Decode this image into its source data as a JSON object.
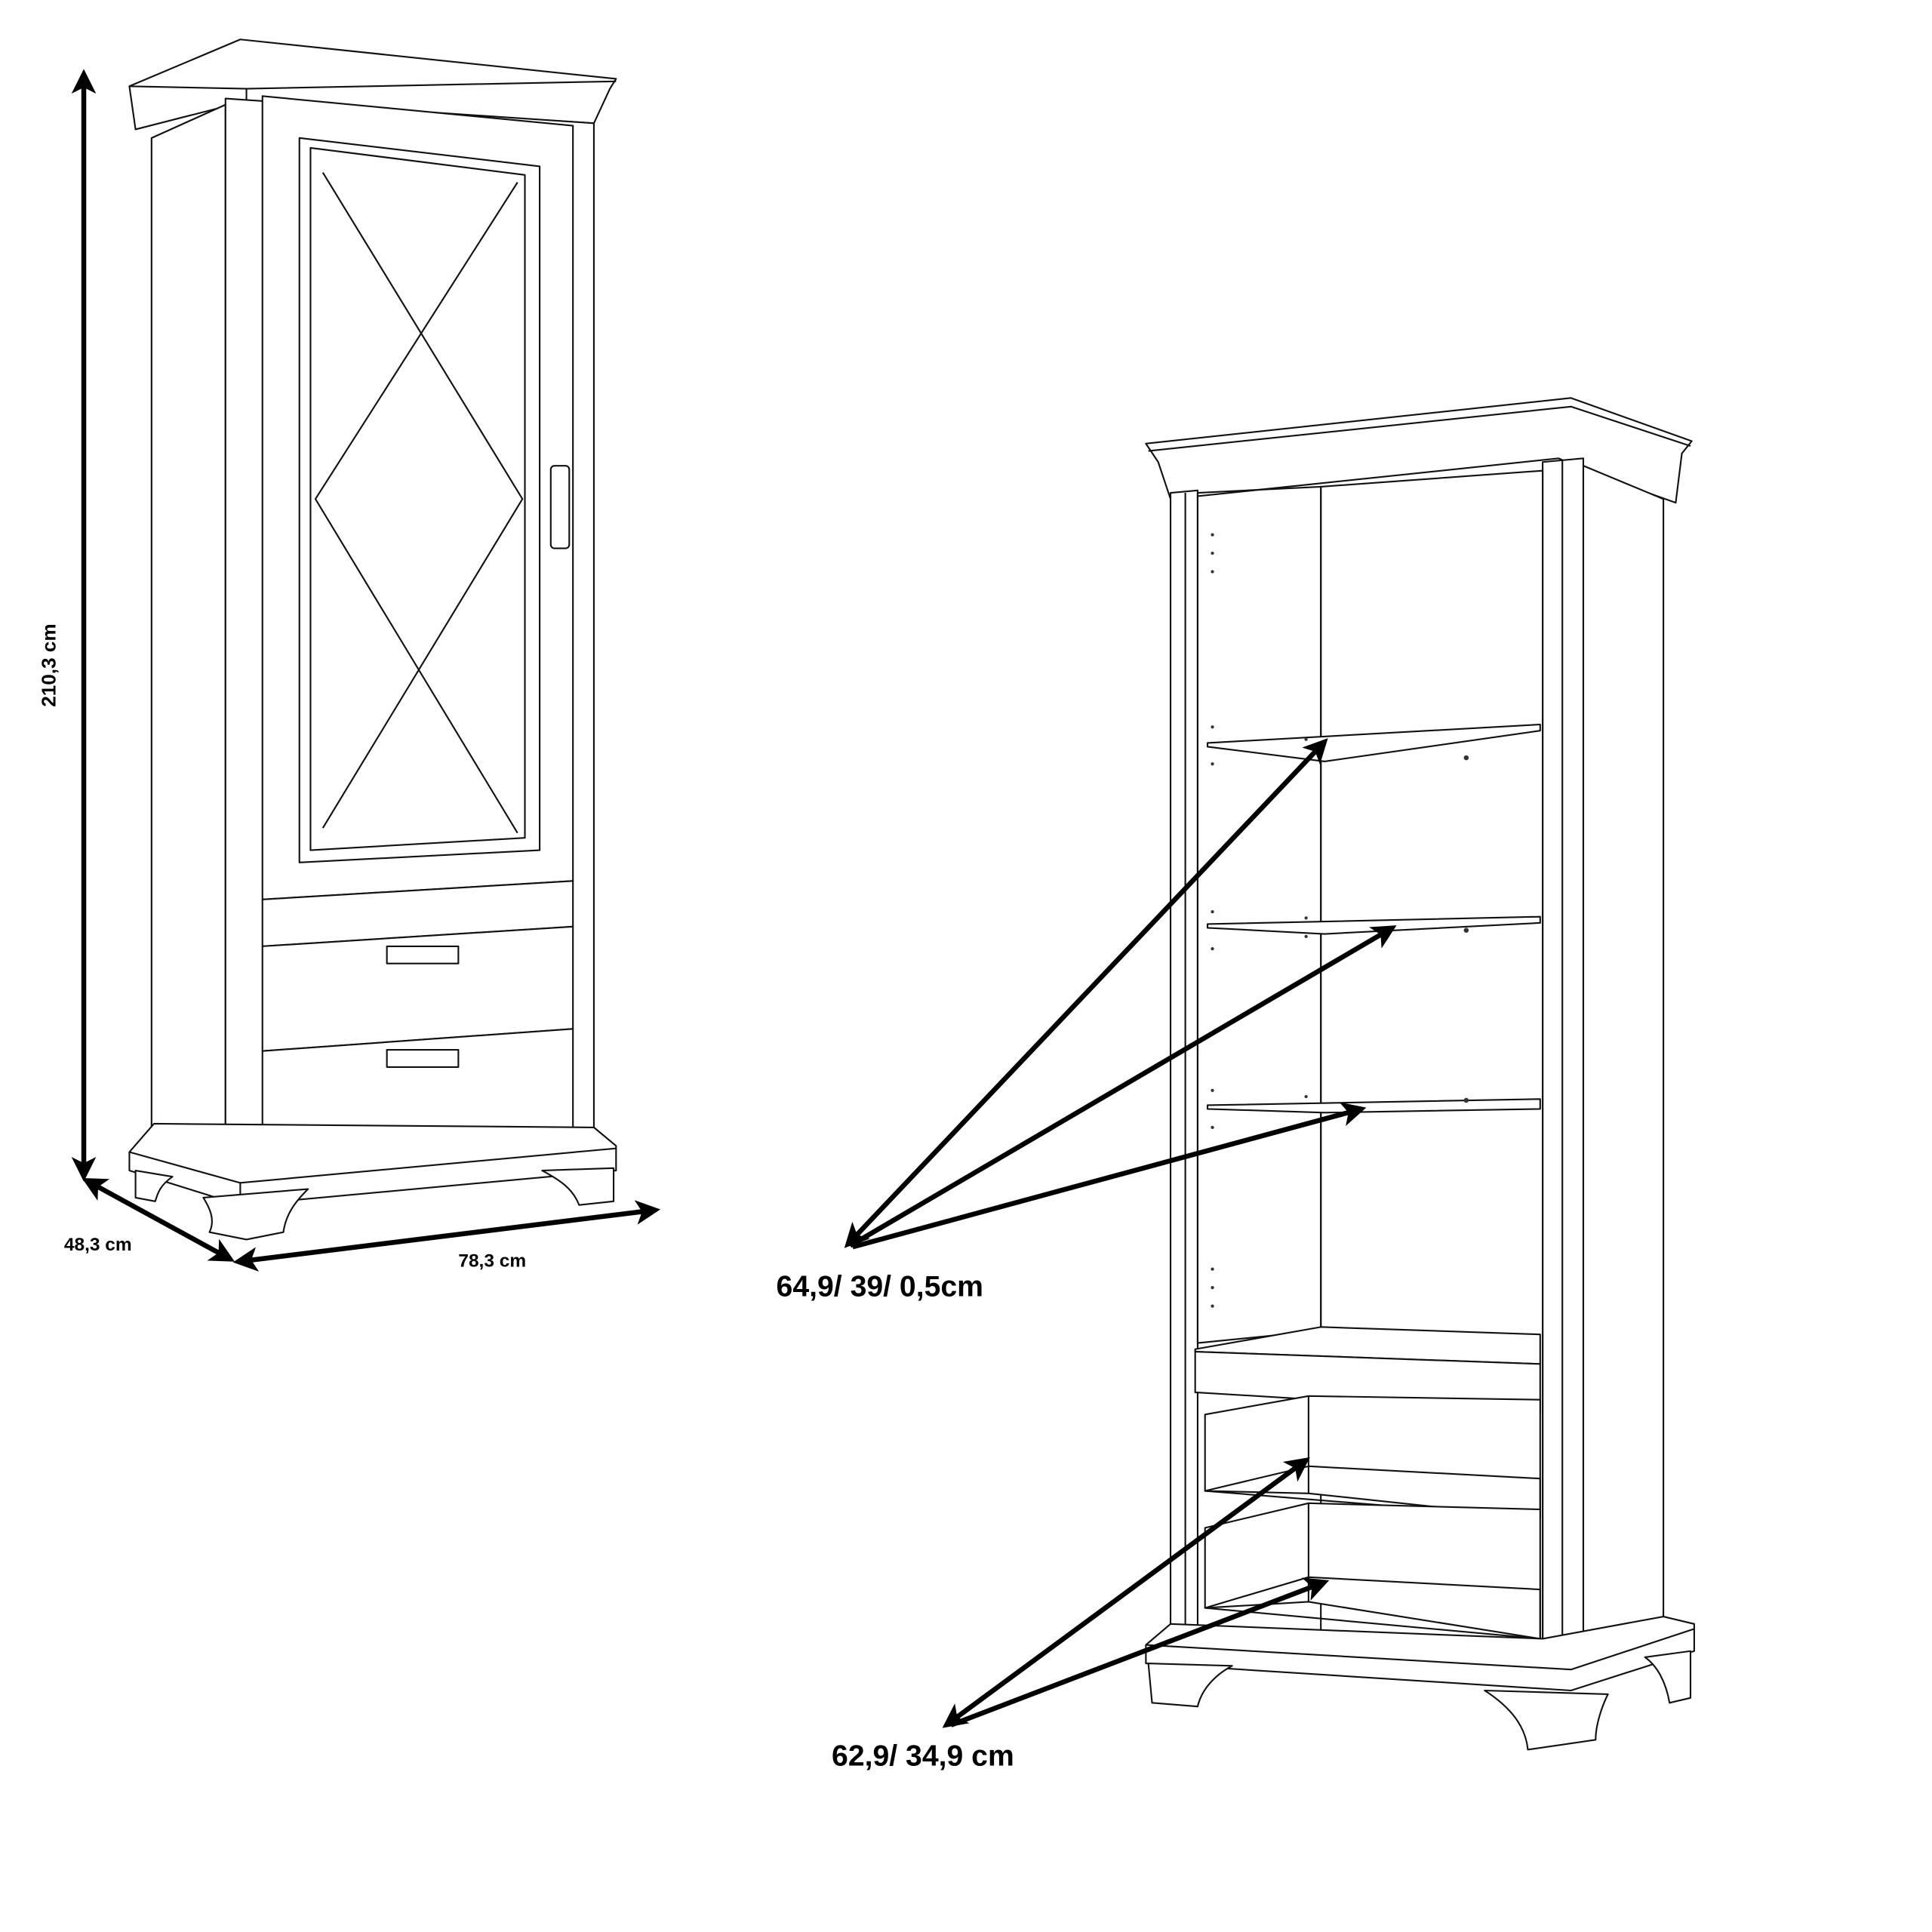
{
  "dimensions": {
    "height": "210,3 cm",
    "depth": "48,3 cm",
    "width": "78,3 cm"
  },
  "callouts": {
    "shelves": "64,9/ 39/ 0,5cm",
    "drawers": "62,9/ 34,9 cm"
  },
  "colors": {
    "line": "#111111",
    "background": "#ffffff"
  }
}
